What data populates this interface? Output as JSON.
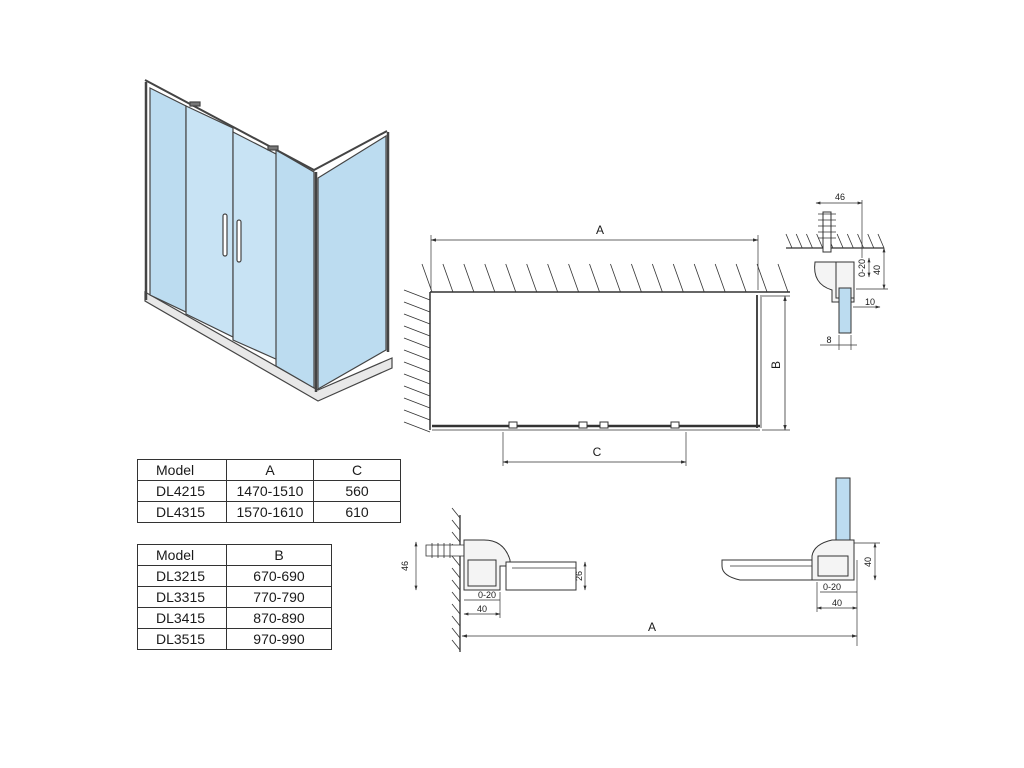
{
  "labels": {
    "A": "A",
    "B": "B",
    "C": "C",
    "d46": "46",
    "d40": "40",
    "d0_20": "0-20",
    "d10": "10",
    "d8": "8",
    "d26": "26"
  },
  "table_ac": {
    "headers": [
      "Model",
      "A",
      "C"
    ],
    "rows": [
      [
        "DL4215",
        "1470-1510",
        "560"
      ],
      [
        "DL4315",
        "1570-1610",
        "610"
      ]
    ]
  },
  "table_b": {
    "headers": [
      "Model",
      "B"
    ],
    "rows": [
      [
        "DL3215",
        "670-690"
      ],
      [
        "DL3315",
        "770-790"
      ],
      [
        "DL3415",
        "870-890"
      ],
      [
        "DL3515",
        "970-990"
      ]
    ]
  },
  "colors": {
    "glass": "#bcdcf0",
    "frame": "#444444",
    "dim": "#333333"
  }
}
